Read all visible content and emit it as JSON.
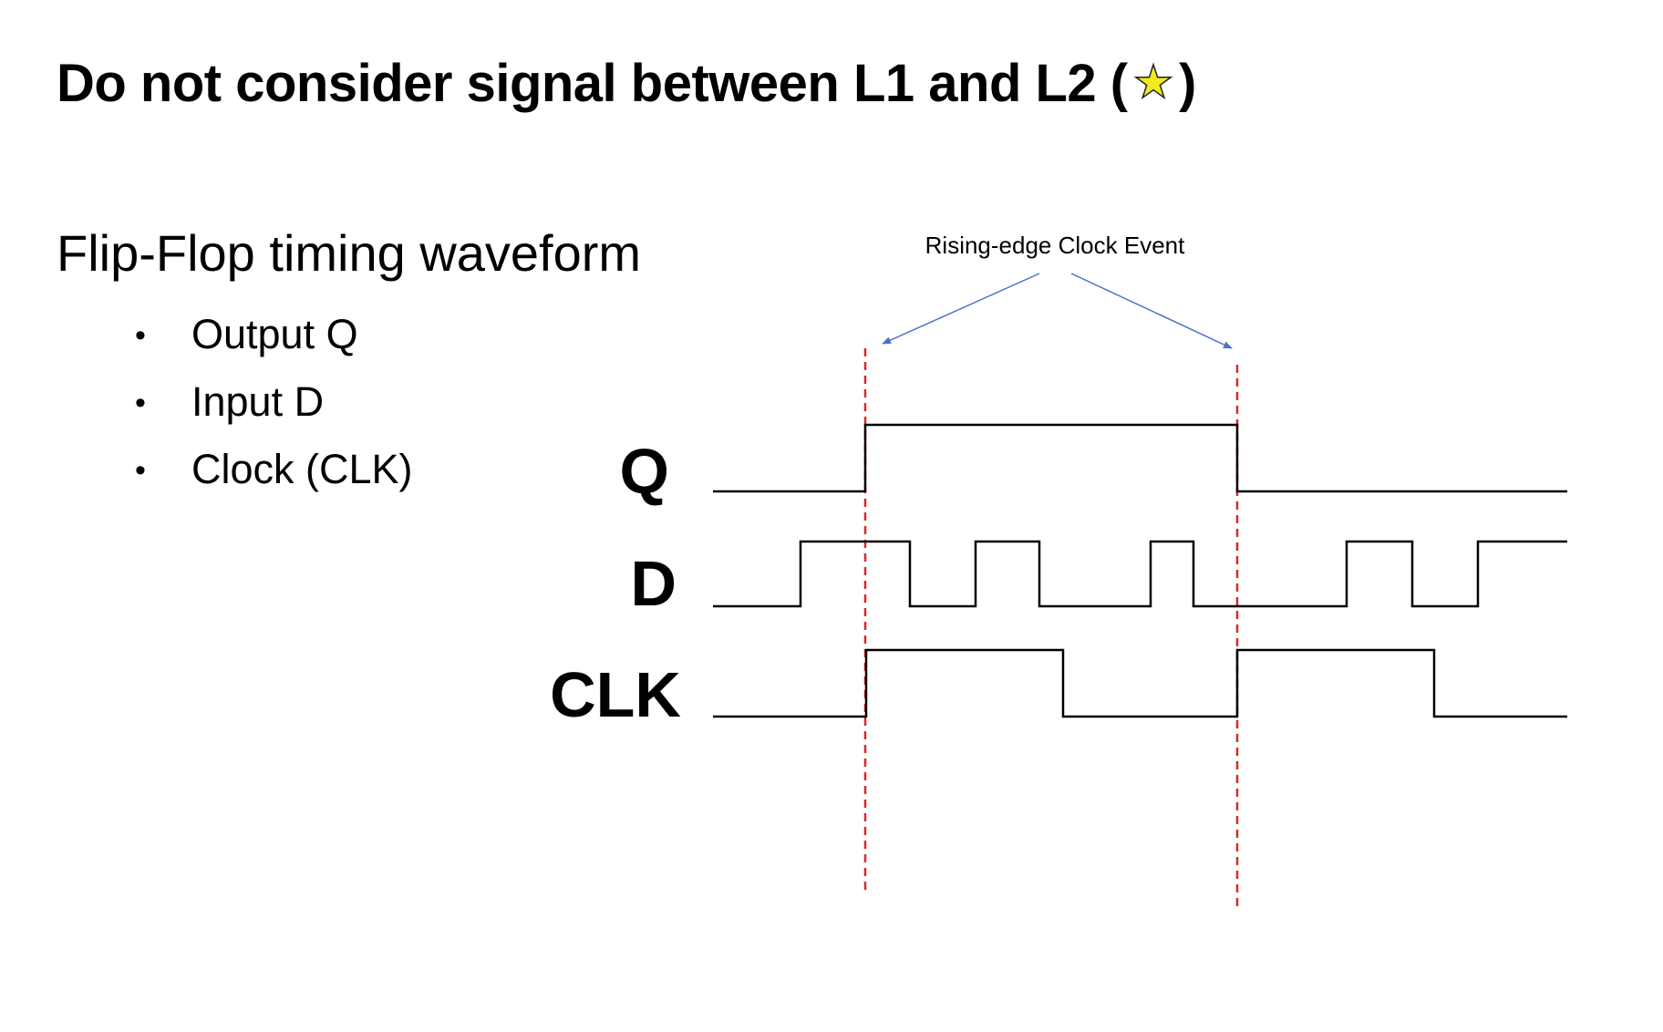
{
  "slide": {
    "title_text": "Do not consider signal between L1 and L2 (",
    "title_close": ")",
    "subheading": "Flip-Flop timing waveform",
    "bullets": [
      "Output Q",
      "Input D",
      "Clock (CLK)"
    ]
  },
  "diagram": {
    "event_label": "Rising-edge Clock Event",
    "signals": [
      {
        "id": "q",
        "label": "Q"
      },
      {
        "id": "d",
        "label": "D"
      },
      {
        "id": "clk",
        "label": "CLK"
      }
    ]
  },
  "colors": {
    "marker_line": "#d62a2a",
    "event_arrow": "#4a72c8",
    "waveform": "#000000",
    "star_fill": "#f2ea1f"
  },
  "icons": {
    "title_icon": "star-icon"
  }
}
